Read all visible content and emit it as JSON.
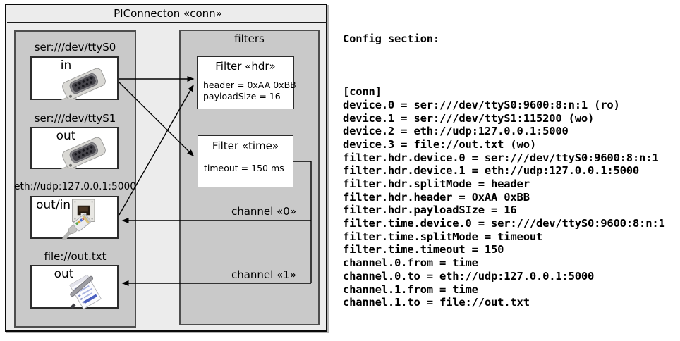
{
  "colors": {
    "diagram_bg": "#ececec",
    "panel_gray": "#c9c9c9",
    "panel_border": "#4d4d4d",
    "box_white": "#ffffff",
    "border_dark": "#2b2b2b",
    "outer_border": "#0a0a0a",
    "line_black": "#000000"
  },
  "diagram": {
    "title": "PIConnecton «conn»",
    "devices_panel": {
      "devices": [
        {
          "label": "ser:///dev/ttyS0",
          "direction": "in",
          "icon": "serial-db9-connector"
        },
        {
          "label": "ser:///dev/ttyS1",
          "direction": "out",
          "icon": "serial-db9-connector"
        },
        {
          "label": "eth://udp:127.0.0.1:5000",
          "direction": "out/in",
          "icon": "ethernet-jack-and-plug"
        },
        {
          "label": "file://out.txt",
          "direction": "out",
          "icon": "notepad-with-pen"
        }
      ]
    },
    "filters_panel": {
      "title": "filters",
      "filters": [
        {
          "title": "Filter «hdr»",
          "attributes": [
            "header = 0xAA 0xBB",
            "payloadSize = 16"
          ]
        },
        {
          "title": "Filter «time»",
          "attributes": [
            "timeout = 150 ms"
          ]
        }
      ],
      "channel_labels": [
        "channel «0»",
        "channel «1»"
      ]
    }
  },
  "config": {
    "heading": "Config section:",
    "lines": [
      "[conn]",
      "device.0 = ser:///dev/ttyS0:9600:8:n:1 (ro)",
      "device.1 = ser:///dev/ttyS1:115200 (wo)",
      "device.2 = eth://udp:127.0.0.1:5000",
      "device.3 = file://out.txt (wo)",
      "filter.hdr.device.0 = ser:///dev/ttyS0:9600:8:n:1",
      "filter.hdr.device.1 = eth://udp:127.0.0.1:5000",
      "filter.hdr.splitMode = header",
      "filter.hdr.header = 0xAA 0xBB",
      "filter.hdr.payloadSIze = 16",
      "filter.time.device.0 = ser:///dev/ttyS0:9600:8:n:1",
      "filter.time.splitMode = timeout",
      "filter.time.timeout = 150",
      "channel.0.from = time",
      "channel.0.to = eth://udp:127.0.0.1:5000",
      "channel.1.from = time",
      "channel.1.to = file://out.txt"
    ]
  }
}
